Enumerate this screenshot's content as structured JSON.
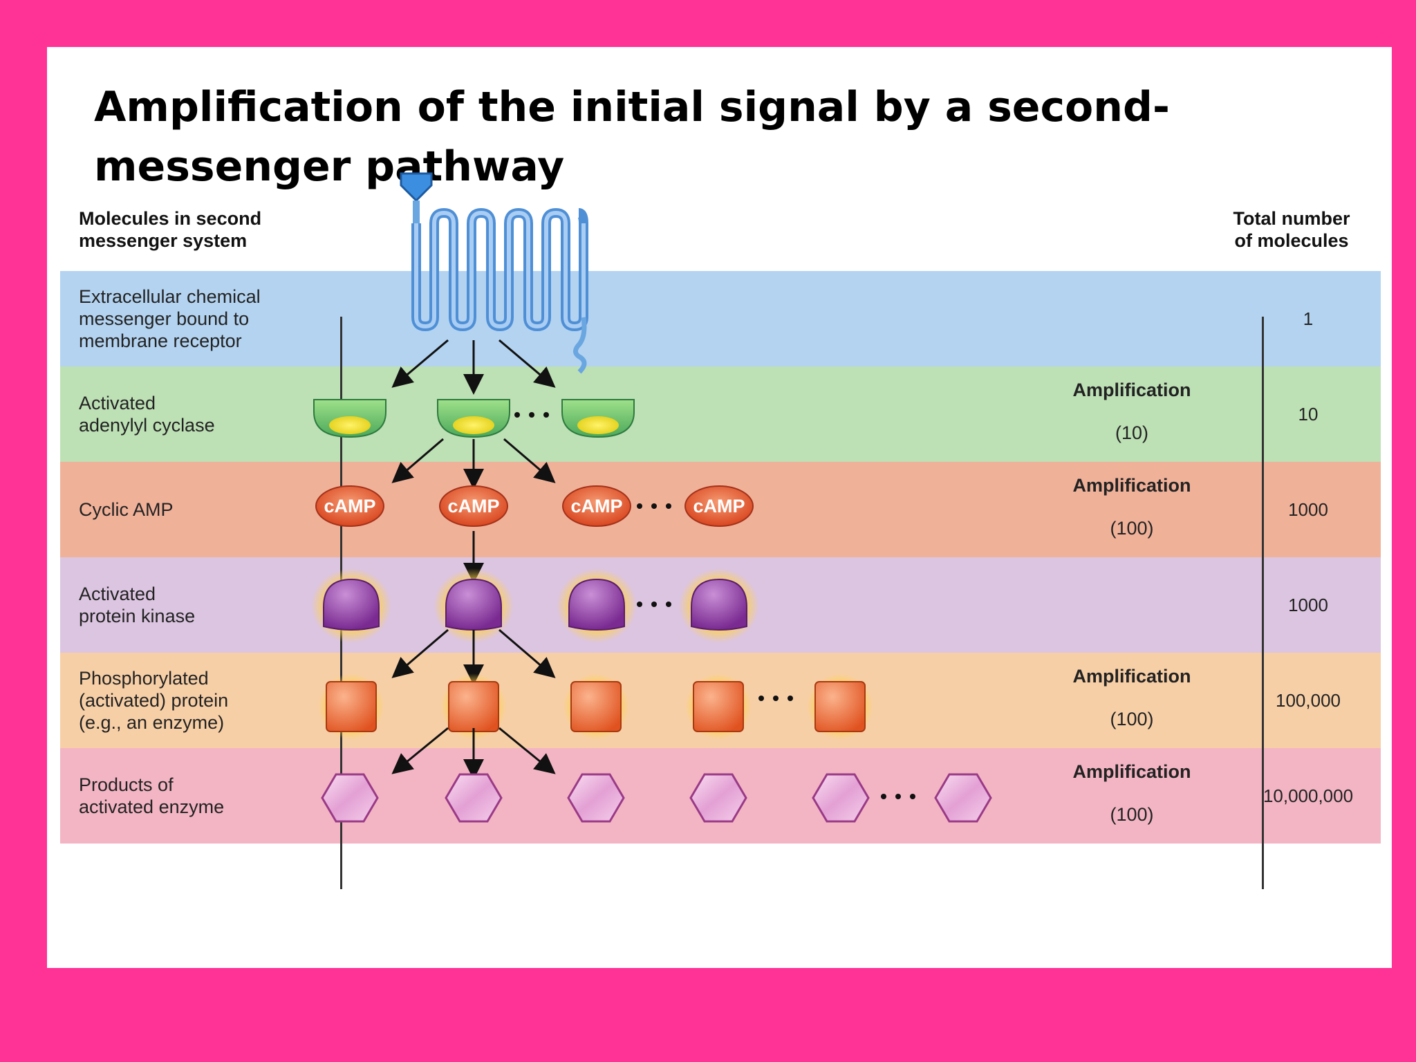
{
  "title": "Amplification of the initial signal by a second-messenger pathway",
  "header": {
    "left": "Molecules in second messenger system",
    "right": "Total number of molecules"
  },
  "rows": [
    {
      "label": "Extracellular chemical\nmessenger bound to\nmembrane receptor",
      "total": "1",
      "color": "#b3d3f0"
    },
    {
      "label": "Activated\nadenylyl cyclase",
      "total": "10",
      "color": "#bde0b5",
      "amp_title": "Amplification",
      "amp_value": "(10)"
    },
    {
      "label": "Cyclic AMP",
      "total": "1000",
      "color": "#f0b199",
      "amp_title": "Amplification",
      "amp_value": "(100)"
    },
    {
      "label": "Activated\nprotein kinase",
      "total": "1000",
      "color": "#dcc5e1"
    },
    {
      "label": "Phosphorylated\n(activated) protein\n(e.g., an enzyme)",
      "total": "100,000",
      "color": "#f7cfa6",
      "amp_title": "Amplification",
      "amp_value": "(100)"
    },
    {
      "label": "Products of\nactivated enzyme",
      "total": "10,000,000",
      "color": "#f3b5c4",
      "amp_title": "Amplification",
      "amp_value": "(100)"
    }
  ],
  "molecule_label": "cAMP",
  "colors": {
    "background": "#ff3296",
    "receptor": "#6aa6e0",
    "cyclase": "#6cc46c",
    "camp": "#e8552e",
    "kinase": "#8e3fa2",
    "protein": "#ee6a2e",
    "product": "#e7a7d8"
  }
}
